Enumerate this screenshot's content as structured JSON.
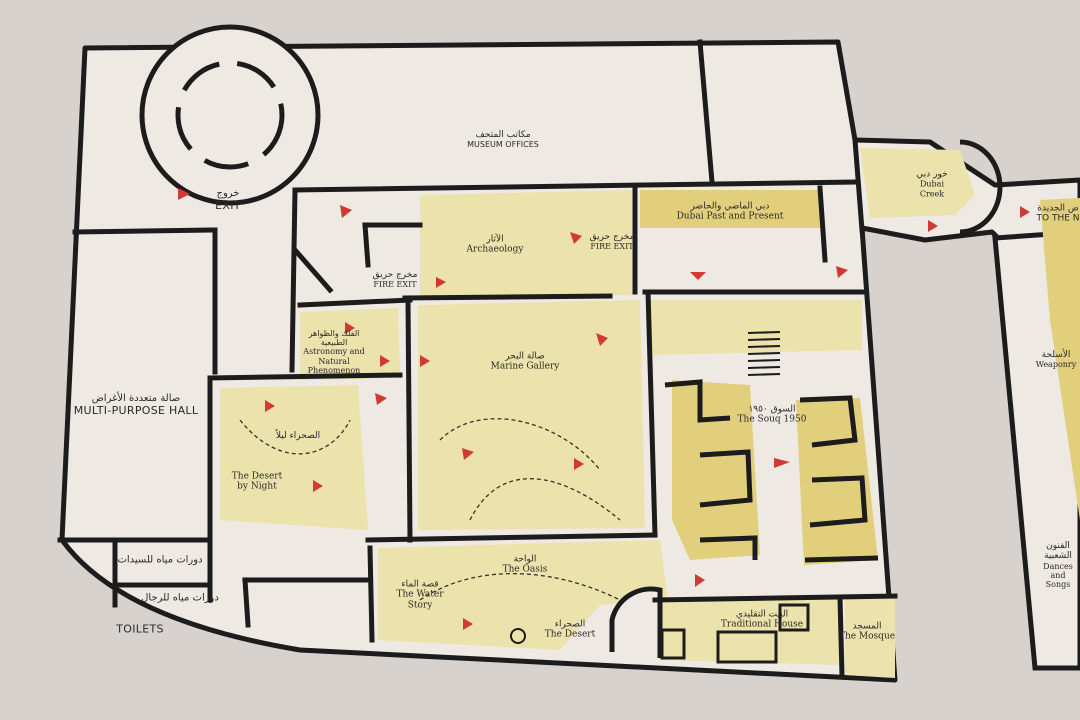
{
  "colors": {
    "wall": "#1c1c1c",
    "floor": "#efe9e4",
    "exhibit": "#ece2ab",
    "exhibit_dark": "#e1cf7c",
    "background": "#d8d2cf",
    "arrow": "#d13a32"
  },
  "floorplan": {
    "museum_offices": {
      "ar": "مكاتب المتحف",
      "en": "MUSEUM OFFICES"
    },
    "exit": {
      "ar": "خروج",
      "en": "EXIT"
    },
    "multi_purpose_hall": {
      "ar": "صالة متعددة الأغراض",
      "en": "MULTI-PURPOSE HALL"
    },
    "toilets_ladies": {
      "ar": "دورات مياه للسيدات"
    },
    "toilets_men": {
      "ar": "دورات مياه للرجال"
    },
    "toilets": {
      "en": "TOILETS"
    },
    "fire_exit_1": {
      "ar": "مخرج حريق",
      "en": "FIRE EXIT"
    },
    "fire_exit_2": {
      "ar": "مخرج حريق",
      "en": "FIRE EXIT"
    },
    "archaeology": {
      "ar": "الآثار",
      "en": "Archaeology"
    },
    "dubai_past_present": {
      "ar": "دبي الماضي والحاضر",
      "en": "Dubai Past and Present"
    },
    "dubai_creek": {
      "ar": "خور دبي",
      "en": "Dubai Creek"
    },
    "to_the": {
      "ar": "ض الجديدة",
      "en": "TO THE N"
    },
    "astronomy": {
      "ar": "الفلك والظواهر الطبيعية",
      "en": "Astronomy and Natural Phenomenon"
    },
    "marine_gallery": {
      "ar": "صالة البحر",
      "en": "Marine Gallery"
    },
    "souq": {
      "ar": "السوق ١٩٥٠",
      "en": "The Souq 1950"
    },
    "weaponry": {
      "ar": "الأسلحة",
      "en": "Weaponry"
    },
    "desert_by_night": {
      "ar": "الصحراء ليلاً",
      "en": "The Desert by Night"
    },
    "oasis": {
      "ar": "الواحة",
      "en": "The Oasis"
    },
    "water_story": {
      "ar": "قصة الماء",
      "en": "The Water Story"
    },
    "desert": {
      "ar": "الصحراء",
      "en": "The Desert"
    },
    "traditional_house": {
      "ar": "البيت التقليدي",
      "en": "Traditional House"
    },
    "mosque": {
      "ar": "المسجد",
      "en": "The Mosque"
    },
    "dances_songs": {
      "ar": "الفنون الشعبية",
      "en": "Dances and Songs"
    }
  }
}
